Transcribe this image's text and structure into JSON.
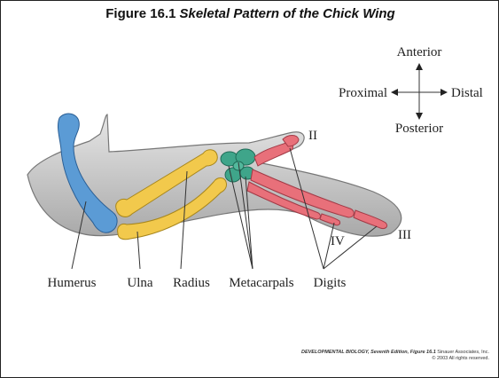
{
  "figure": {
    "number": "Figure 16.1",
    "title": "Skeletal Pattern of the Chick Wing"
  },
  "compass": {
    "anterior": "Anterior",
    "posterior": "Posterior",
    "proximal": "Proximal",
    "distal": "Distal"
  },
  "bones": {
    "humerus": "Humerus",
    "ulna": "Ulna",
    "radius": "Radius",
    "metacarpals": "Metacarpals",
    "digits": "Digits"
  },
  "digit_numerals": {
    "ii": "II",
    "iii": "III",
    "iv": "IV"
  },
  "credit": {
    "line1_bold": "DEVELOPMENTAL BIOLOGY, Seventh Edition, Figure 16.1",
    "line1_rest": " Sinauer Associates, Inc.",
    "line2": "© 2003 All rights reserved."
  },
  "colors": {
    "limb_outline": "#8a8a8a",
    "limb_fill": "#c9c9c9",
    "humerus": "#5b9bd5",
    "radius_ulna": "#f2c94c",
    "metacarpals": "#3fa58a",
    "digits": "#e8707a"
  }
}
